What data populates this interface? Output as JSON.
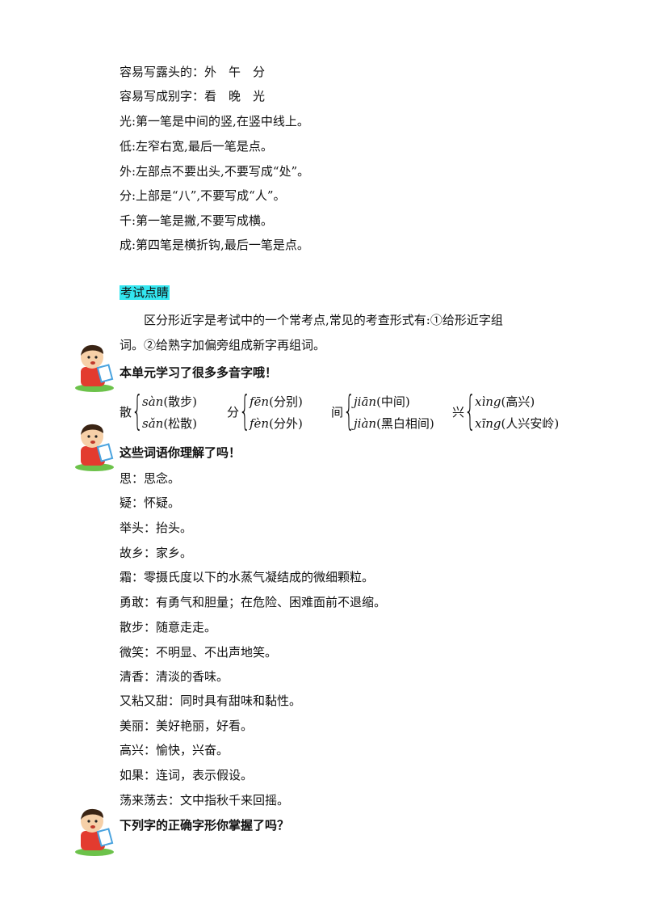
{
  "intro_lines": [
    "容易写露头的：外　午　分",
    "容易写成别字：看　晚　光",
    "光:第一笔是中间的竖,在竖中线上。",
    "低:左窄右宽,最后一笔是点。",
    "外:左部点不要出头,不要写成“处”。",
    "分:上部是“八”,不要写成“人”。",
    "千:第一笔是撇,不要写成横。",
    "成:第四笔是横折钩,最后一笔是点。"
  ],
  "exam_section": {
    "title": "考试点睛",
    "para_line1": "区分形近字是考试中的一个常考点,常见的考查形式有:①给形近字组",
    "para_line2": "词。②给熟字加偏旁组成新字再组词。"
  },
  "headings": {
    "polyphones": "本单元学习了很多多音字哦！",
    "vocab": "这些词语你理解了吗！",
    "forms": "下列字的正确字形你掌握了吗？"
  },
  "polyphones": [
    {
      "char": "散",
      "r1_py": "sàn",
      "r1_word": "(散步)",
      "r2_py": "sǎn",
      "r2_word": "(松散)"
    },
    {
      "char": "分",
      "r1_py": "fēn",
      "r1_word": "(分别)",
      "r2_py": "fèn",
      "r2_word": "(分外)"
    },
    {
      "char": "间",
      "r1_py": "jiān",
      "r1_word": "(中间)",
      "r2_py": "jiàn",
      "r2_word": "(黑白相间)"
    },
    {
      "char": "兴",
      "r1_py": "xìng",
      "r1_word": "(高兴)",
      "r2_py": "xīng",
      "r2_word": "(人兴安岭)"
    }
  ],
  "vocab": [
    "思：思念。",
    "疑：怀疑。",
    "举头：抬头。",
    "故乡：家乡。",
    "霜：零摄氏度以下的水蒸气凝结成的微细颗粒。",
    "勇敢：有勇气和胆量；在危险、困难面前不退缩。",
    "散步：随意走走。",
    "微笑：不明显、不出声地笑。",
    "清香：清淡的香味。",
    "又粘又甜：同时具有甜味和黏性。",
    "美丽：美好艳丽，好看。",
    "高兴：愉快，兴奋。",
    "如果：连词，表示假设。",
    "荡来荡去：文中指秋千来回摇。"
  ],
  "colors": {
    "highlight": "#33e6f0"
  }
}
